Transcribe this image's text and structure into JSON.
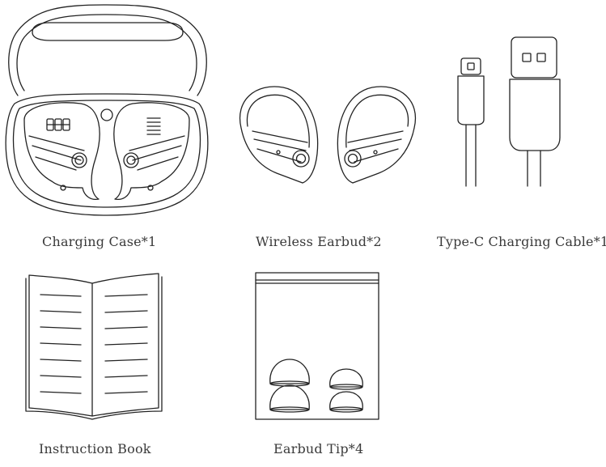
{
  "items": [
    {
      "label": "Charging Case*1",
      "icon": "charging-case-icon"
    },
    {
      "label": "Wireless Earbud*2",
      "icon": "wireless-earbud-icon"
    },
    {
      "label": "Type-C Charging Cable*1",
      "icon": "type-c-cable-icon"
    },
    {
      "label": "Instruction Book",
      "icon": "instruction-book-icon"
    },
    {
      "label": "Earbud Tip*4",
      "icon": "earbud-tip-icon"
    }
  ],
  "colors": {
    "line": "#222222",
    "text": "#3a3a3a",
    "background": "#ffffff"
  }
}
